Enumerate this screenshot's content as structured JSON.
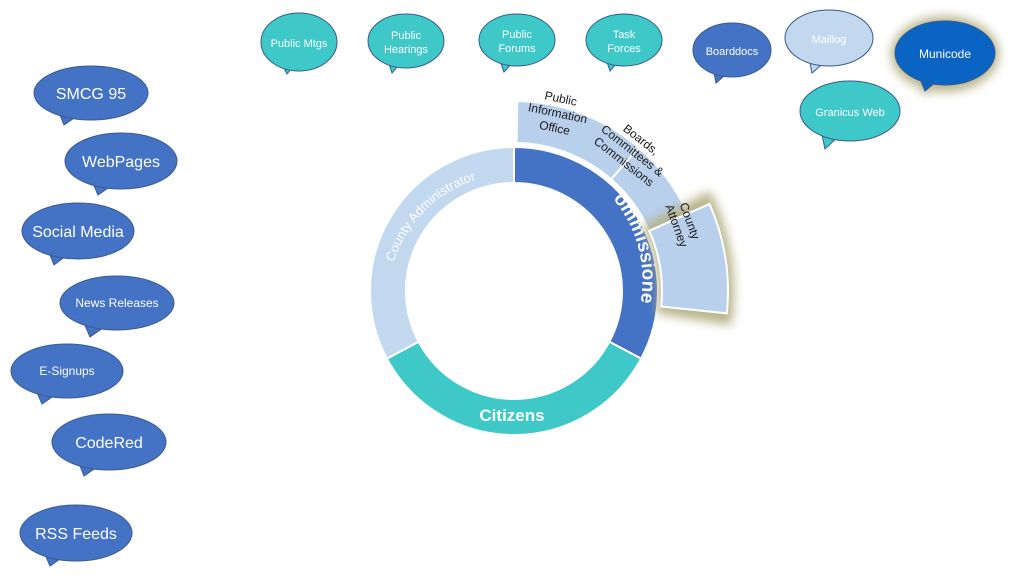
{
  "colors": {
    "teal": "#3ec8c8",
    "blue": "#4472c4",
    "deep_blue": "#0a64c4",
    "light_blue": "#c2d8ef",
    "pale_blue": "#b8d0ec",
    "highlight_glow": "#b5b186",
    "white": "#ffffff",
    "bubble_stroke": "#3a5a8c"
  },
  "ring": {
    "commissioners": "Commissioners",
    "citizens": "Citizens",
    "county_administrator": "County Administrator",
    "public_information_office": [
      "Public",
      "Information",
      "Office"
    ],
    "boards_committees_commissions": [
      "Boards,",
      "Committees &",
      "Commissions"
    ],
    "county_attorney": [
      "County",
      "Attorney"
    ]
  },
  "top_bubbles": {
    "public_mtgs": [
      "Public Mtgs"
    ],
    "public_hearings": [
      "Public",
      "Hearings"
    ],
    "public_forums": [
      "Public",
      "Forums"
    ],
    "task_forces": [
      "Task",
      "Forces"
    ],
    "boarddocs": [
      "Boarddocs"
    ],
    "maillog": [
      "Maillog"
    ],
    "municode": [
      "Municode"
    ],
    "granicus_web": [
      "Granicus Web"
    ]
  },
  "left_bubbles": {
    "smcg_95": "SMCG 95",
    "webpages": "WebPages",
    "social_media": "Social Media",
    "news_releases": "News Releases",
    "e_signups": "E-Signups",
    "codered": "CodeRed",
    "rss_feeds": "RSS Feeds"
  }
}
